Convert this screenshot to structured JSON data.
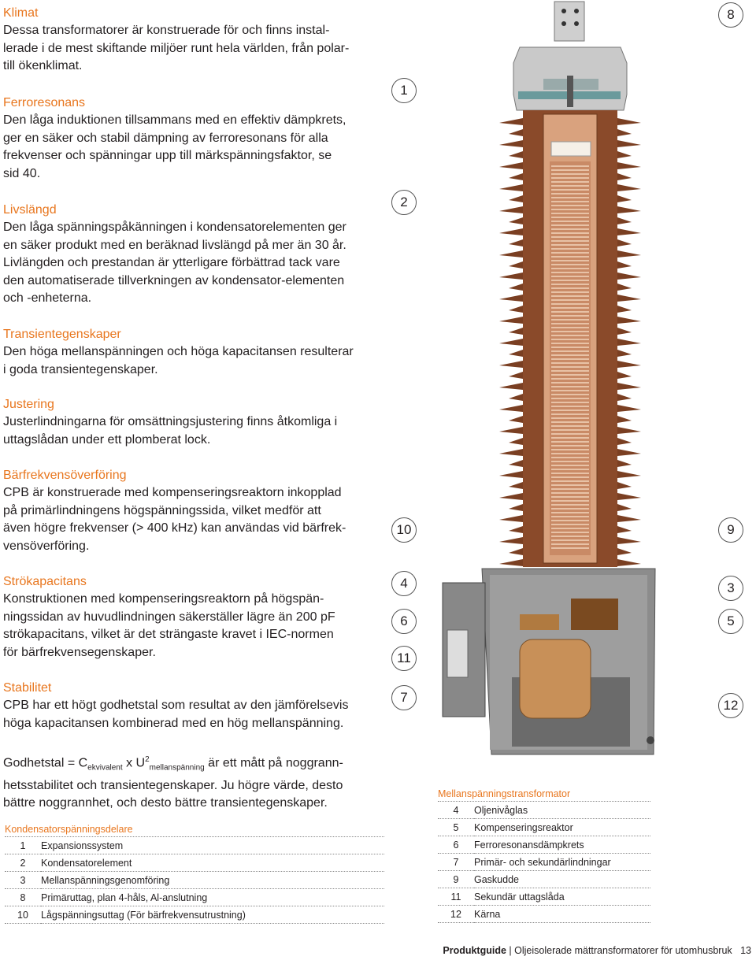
{
  "sections": [
    {
      "title": "Klimat",
      "lines": [
        "Dessa transformatorer är konstruerade för och finns instal-",
        "lerade i de mest skiftande miljöer runt hela världen, från polar-",
        "till ökenklimat."
      ]
    },
    {
      "title": "Ferroresonans",
      "lines": [
        "Den låga induktionen tillsammans med en effektiv dämpkrets,",
        "ger en säker och stabil dämpning av ferroresonans för alla",
        "frekvenser och spänningar upp till märkspänningsfaktor, se",
        "sid 40."
      ]
    },
    {
      "title": "Livslängd",
      "lines": [
        "Den låga spänningspåkänningen i kondensatorelementen ger",
        "en säker produkt med en beräknad livslängd på mer än 30 år.",
        "Livlängden och prestandan är ytterligare förbättrad tack vare",
        "den automatiserade tillverkningen av kondensator-elementen",
        "och -enheterna."
      ]
    },
    {
      "title": "Transientegenskaper",
      "lines": [
        "Den höga mellanspänningen och höga kapacitansen resulterar",
        "i goda transientegenskaper."
      ]
    },
    {
      "title": "Justering",
      "lines": [
        "Justerlindningarna för omsättningsjustering finns åtkomliga i",
        "uttagslådan under ett plomberat lock."
      ]
    },
    {
      "title": "Bärfrekvensöverföring",
      "lines": [
        "CPB är konstruerade med kompenseringsreaktorn inkopplad",
        "på primärlindningens högspänningssida, vilket medför att",
        "även högre frekvenser (> 400 kHz) kan användas vid bärfrek-",
        "vensöverföring."
      ]
    },
    {
      "title": "Strökapacitans",
      "lines": [
        "Konstruktionen med kompenseringsreaktorn på högspän-",
        "ningssidan av huvudlindningen säkerställer lägre än 200 pF",
        "strökapacitans, vilket är det strängaste kravet i IEC-normen",
        "för bärfrekvensegenskaper."
      ]
    },
    {
      "title": "Stabilitet",
      "lines": [
        "CPB har ett högt godhetstal som resultat av den jämförelsevis",
        "höga kapacitansen kombinerad med en hög mellanspänning."
      ]
    }
  ],
  "formula": {
    "lhs": "Godhetstal = C",
    "sub1": "ekvivalent",
    "mid": " x U",
    "sup": "2",
    "sub2": "mellanspänning",
    "rest": " är ett mått på noggrann-",
    "line2": "hetsstabilitet och transientegenskaper. Ju högre värde, desto",
    "line3": "bättre noggrannhet, och desto bättre transientegenskaper."
  },
  "legend_left": {
    "title": "Kondensatorspänningsdelare",
    "rows": [
      {
        "n": "1",
        "label": "Expansionssystem"
      },
      {
        "n": "2",
        "label": "Kondensatorelement"
      },
      {
        "n": "3",
        "label": "Mellanspänningsgenomföring"
      },
      {
        "n": "8",
        "label": "Primäruttag, plan 4-håls, Al-anslutning"
      },
      {
        "n": "10",
        "label": "Lågspänningsuttag (För bärfrekvensutrustning)"
      }
    ]
  },
  "legend_right": {
    "title": "Mellanspänningstransformator",
    "rows": [
      {
        "n": "4",
        "label": "Oljenivåglas"
      },
      {
        "n": "5",
        "label": "Kompenseringsreaktor"
      },
      {
        "n": "6",
        "label": "Ferroresonansdämpkrets"
      },
      {
        "n": "7",
        "label": "Primär- och sekundärlindningar"
      },
      {
        "n": "9",
        "label": "Gaskudde"
      },
      {
        "n": "11",
        "label": "Sekundär uttagslåda"
      },
      {
        "n": "12",
        "label": "Kärna"
      }
    ]
  },
  "callouts": [
    "1",
    "2",
    "3",
    "4",
    "5",
    "6",
    "7",
    "8",
    "9",
    "10",
    "11",
    "12"
  ],
  "footer": {
    "bold": "Produktguide",
    "separator": "|",
    "text": "Oljeisolerade mättransformatorer för utomhusbruk",
    "page": "13"
  },
  "colors": {
    "accent": "#e8761e",
    "porcelain": "#8a4a2a",
    "tank": "#8c8c8c"
  }
}
